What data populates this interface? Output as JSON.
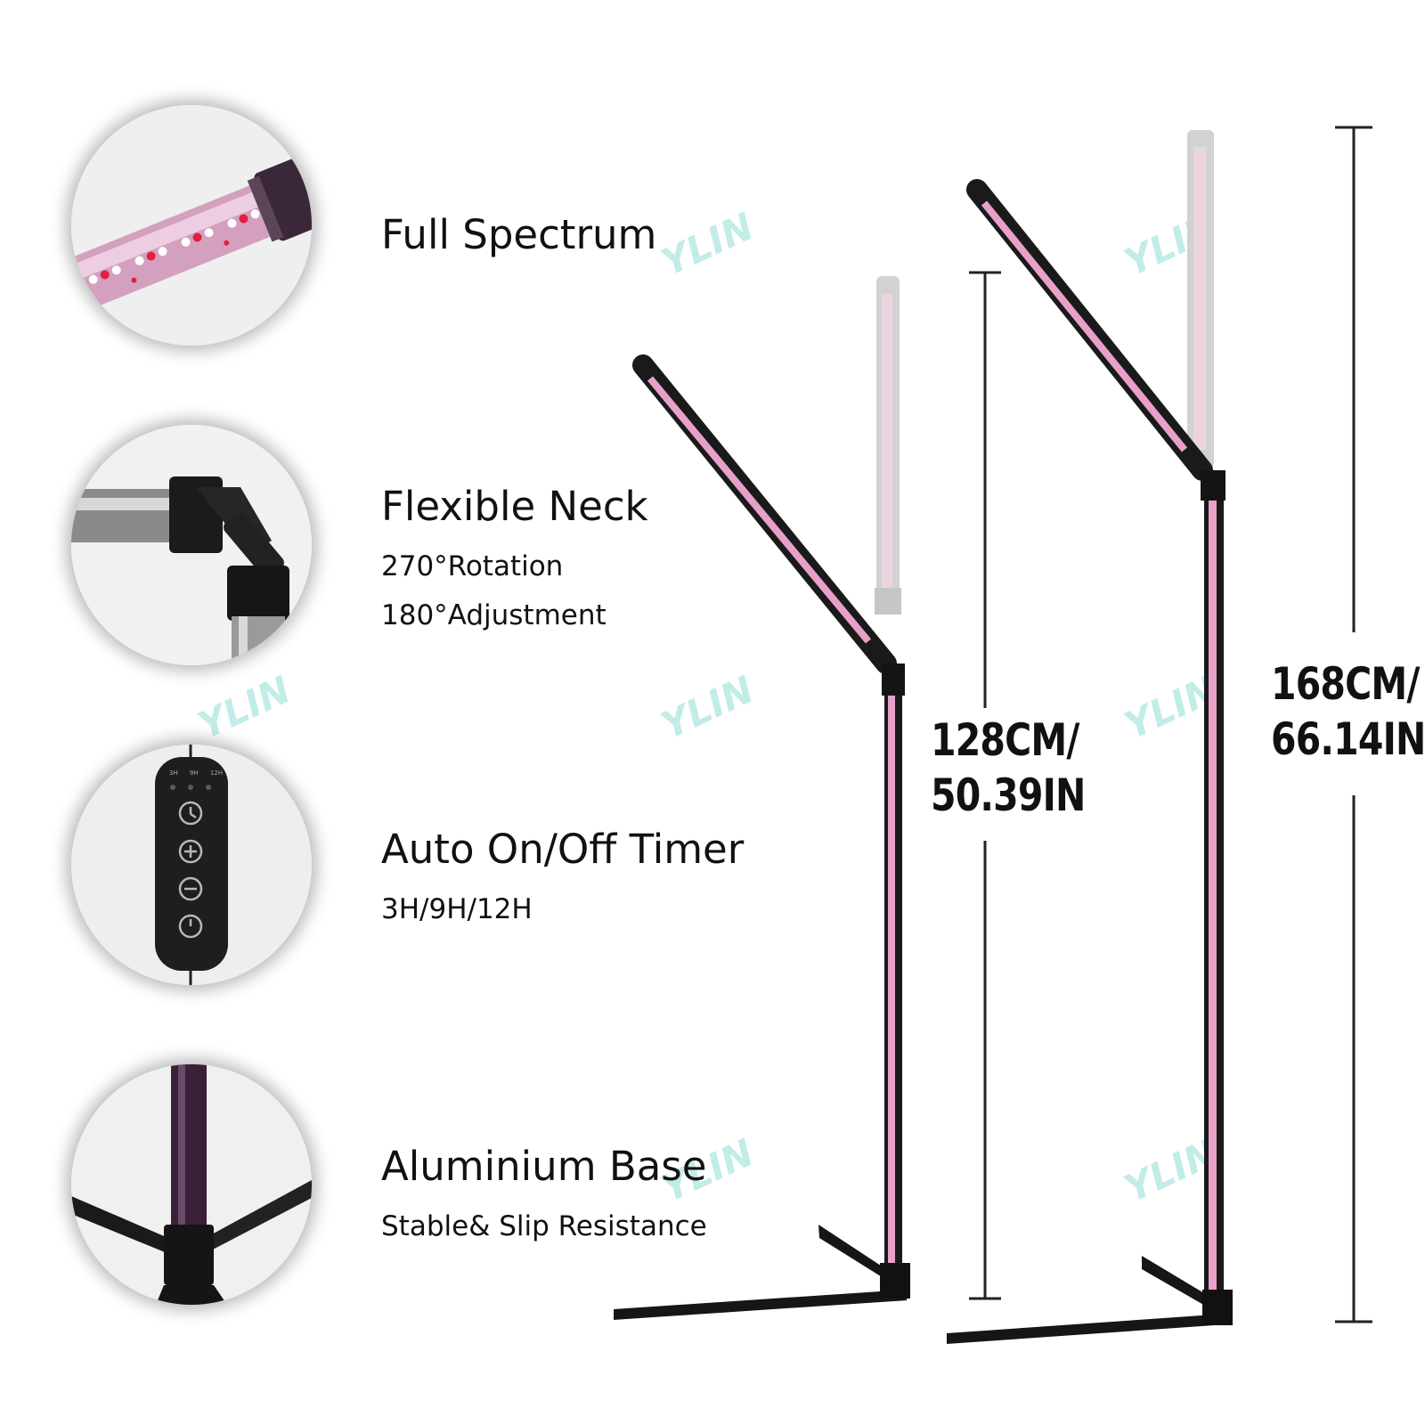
{
  "features": [
    {
      "title": "Full Spectrum",
      "subs": []
    },
    {
      "title": "Flexible Neck",
      "subs": [
        "270°Rotation",
        "180°Adjustment"
      ]
    },
    {
      "title": "Auto On/Off Timer",
      "subs": [
        "3H/9H/12H"
      ]
    },
    {
      "title": "Aluminium Base",
      "subs": [
        "Stable& Slip Resistance"
      ]
    }
  ],
  "dimensions": {
    "short": {
      "line1": "128CM/",
      "line2": "50.39IN"
    },
    "tall": {
      "line1": "168CM/",
      "line2": "66.14IN"
    }
  },
  "remote": {
    "timer_labels": [
      "3H",
      "9H",
      "12H"
    ]
  },
  "watermark": "YLIN",
  "colors": {
    "led_pink": "#e8a0c8",
    "led_red": "#e02040",
    "pole_black": "#1a1a1a",
    "faded_pole": "#cfcfcf"
  },
  "icons": [
    "clock-icon",
    "plus-icon",
    "minus-icon",
    "power-icon"
  ]
}
